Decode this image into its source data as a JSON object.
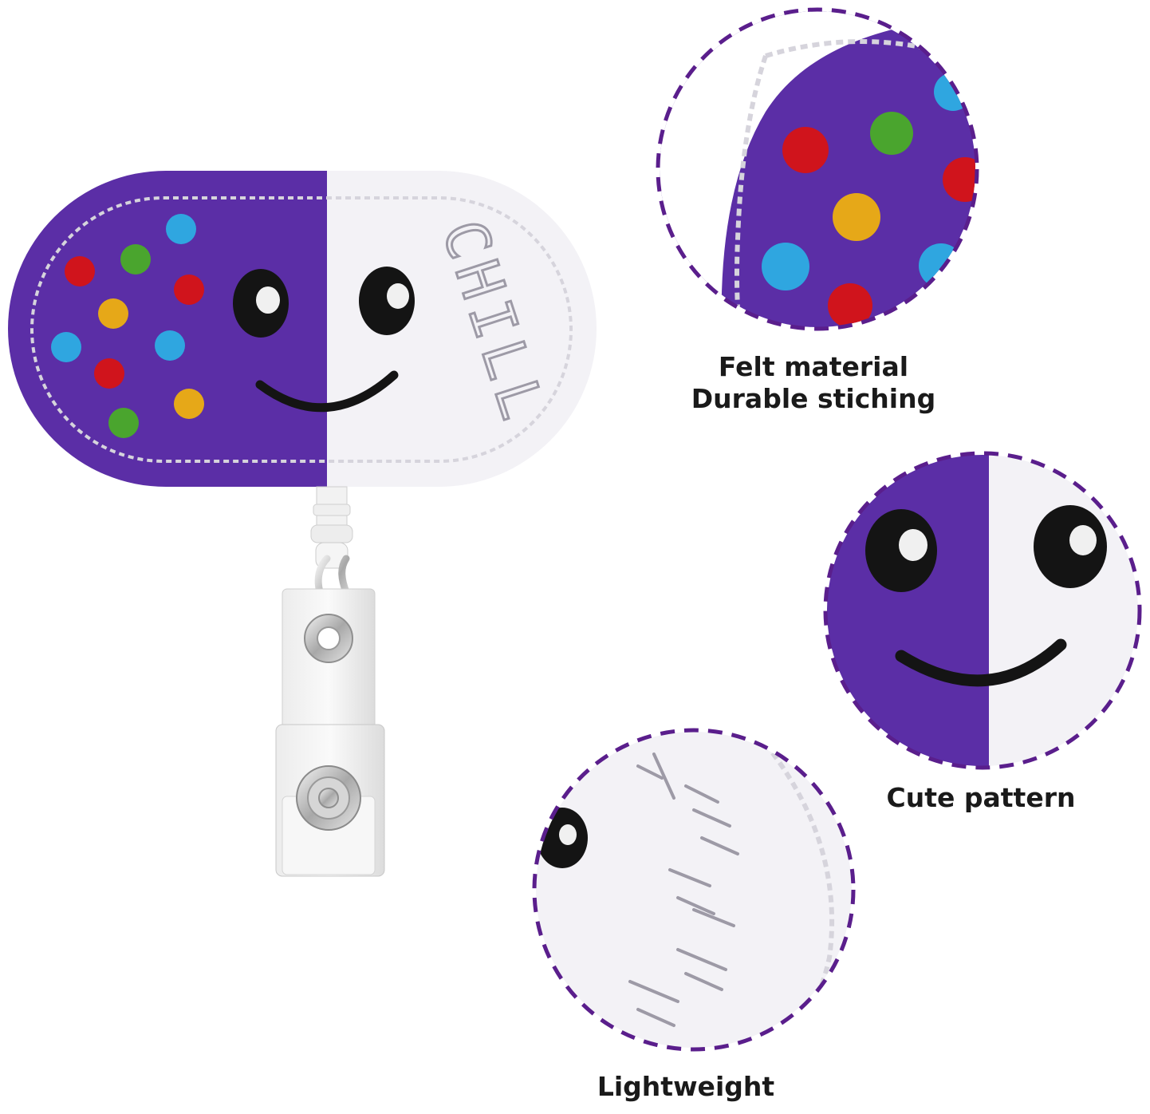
{
  "product": {
    "badge_stitched_text": "CHILL"
  },
  "features": {
    "felt": {
      "line1": "Felt material",
      "line2": "Durable stiching"
    },
    "cute": {
      "label": "Cute pattern"
    },
    "light": {
      "label": "Lightweight"
    }
  },
  "colors": {
    "felt_purple": "#5b2ea6",
    "felt_white": "#f3f2f6",
    "stitch": "#c9c7cf",
    "dashed_ring": "#5a1e8c",
    "dot_red": "#d0141c",
    "dot_green": "#4aa52e",
    "dot_blue": "#2fa6e0",
    "dot_yellow": "#e6a818",
    "eye_black": "#141414",
    "caption_text": "#1a1a1a"
  }
}
